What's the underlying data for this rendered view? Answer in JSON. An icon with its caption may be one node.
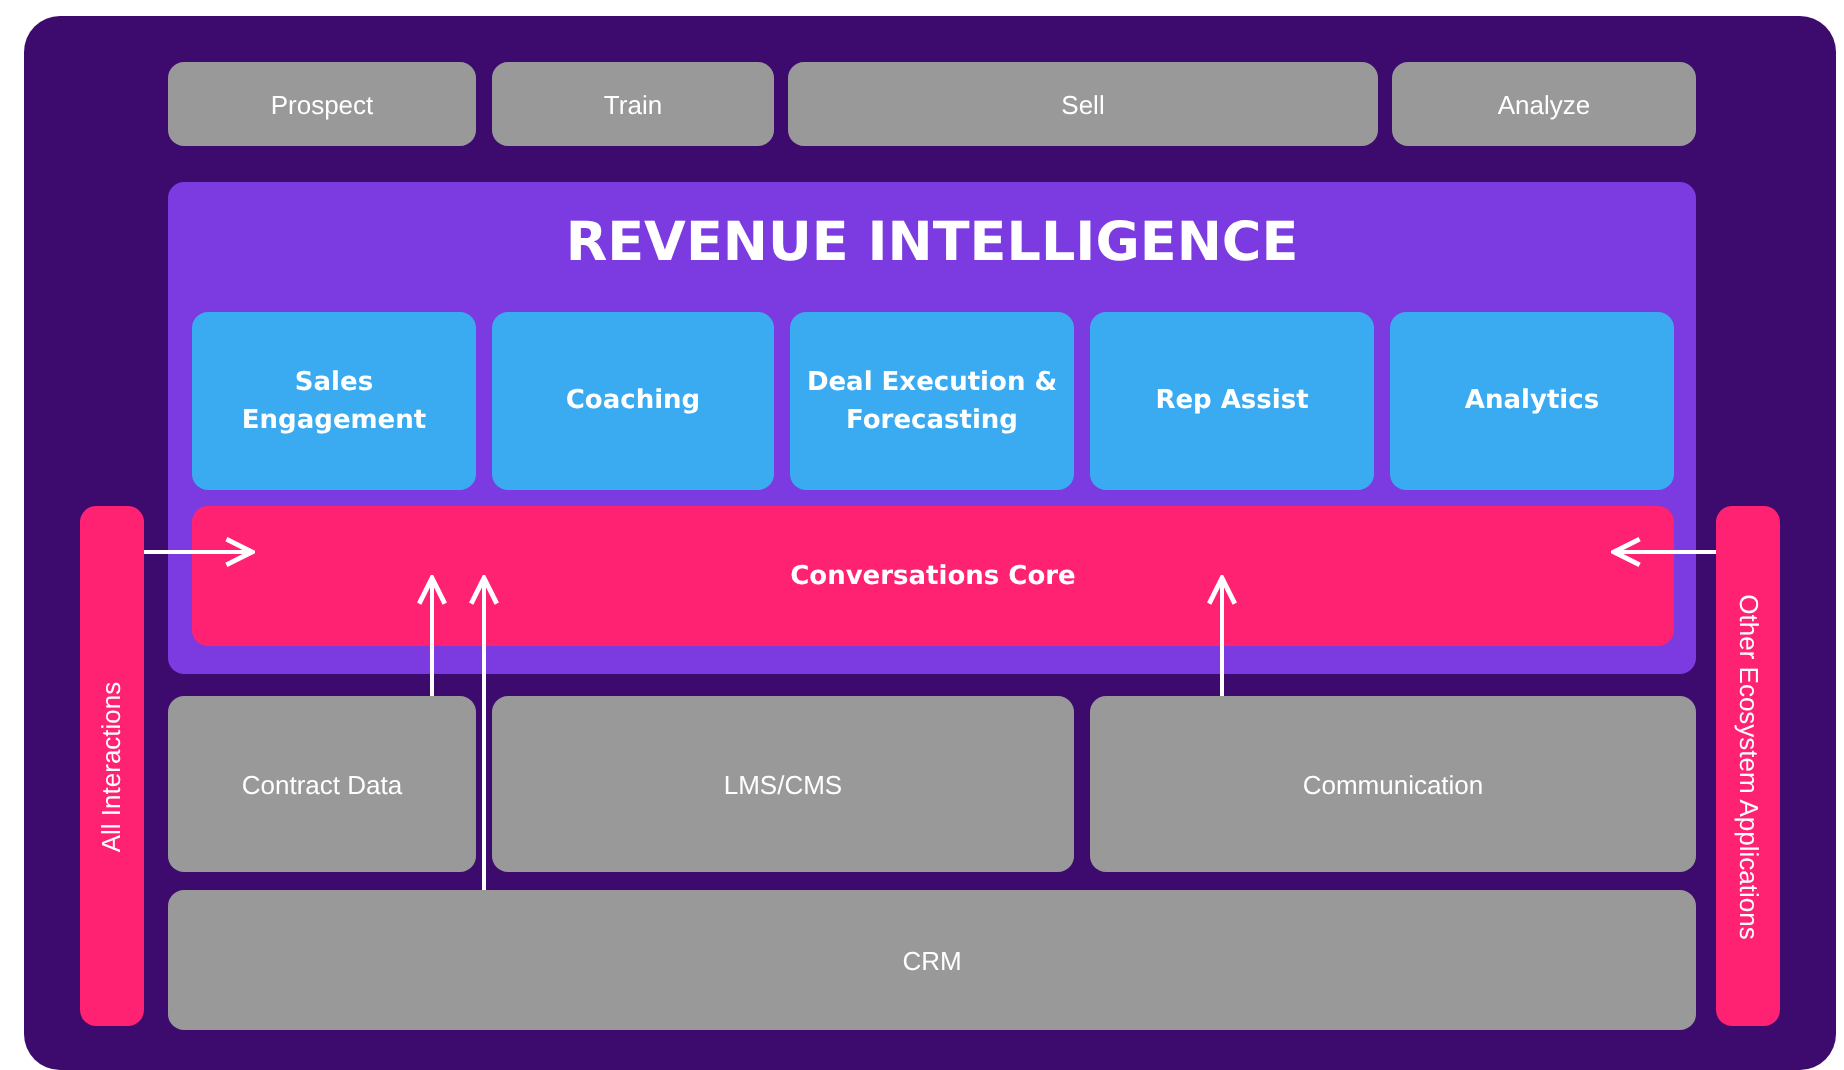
{
  "diagram": {
    "nodes": [
      {
        "text": [
          "Prospect"
        ]
      },
      {
        "text": [
          "Train"
        ]
      },
      {
        "text": [
          "Sell"
        ]
      },
      {
        "text": [
          "Analyze"
        ]
      },
      {
        "text": [
          "REVENUE INTELLIGENCE"
        ]
      },
      {
        "text": [
          "Sales Engagement"
        ],
        "in": 4
      },
      {
        "text": [
          "Coaching"
        ],
        "in": 4
      },
      {
        "text": [
          "Deal Execution & Forecasting"
        ],
        "in": 4
      },
      {
        "text": [
          "Rep Assist"
        ],
        "in": 4
      },
      {
        "text": [
          "Analytics"
        ],
        "in": 4
      },
      {
        "text": [
          "Conversations Core"
        ],
        "in": 4
      },
      {
        "text": [
          "Contract Data"
        ]
      },
      {
        "text": [
          "LMS/CMS"
        ]
      },
      {
        "text": [
          "Communication"
        ]
      },
      {
        "text": [
          "CRM"
        ]
      },
      {
        "text": [
          "All Interactions"
        ]
      },
      {
        "text": [
          "Other Ecosystem Applications"
        ]
      }
    ],
    "edges": [
      {
        "from": 15,
        "to": 10,
        "arrow": "to"
      },
      {
        "from": 16,
        "to": 10,
        "arrow": "to"
      },
      {
        "from": 11,
        "to": 10,
        "arrow": "to"
      },
      {
        "from": 14,
        "to": 10,
        "arrow": "to"
      },
      {
        "from": 13,
        "to": 10,
        "arrow": "to"
      }
    ]
  }
}
